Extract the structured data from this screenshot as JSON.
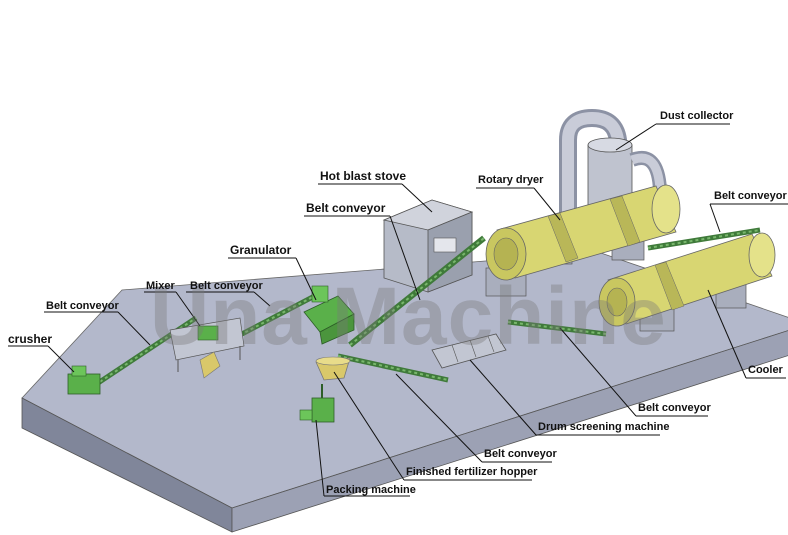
{
  "labels": {
    "dust_collector": "Dust collector",
    "hot_blast_stove": "Hot blast stove",
    "rotary_dryer": "Rotary dryer",
    "belt_conveyor_top": "Belt conveyor",
    "belt_conveyor_right": "Belt conveyor",
    "granulator": "Granulator",
    "mixer": "Mixer",
    "belt_conveyor_mixer": "Belt conveyor",
    "belt_conveyor_left": "Belt conveyor",
    "crusher": "crusher",
    "cooler": "Cooler",
    "belt_conveyor_lower_right": "Belt conveyor",
    "drum_screening_machine": "Drum screening machine",
    "belt_conveyor_bottom": "Belt conveyor",
    "finished_fertilizer_hopper": "Finished fertilizer hopper",
    "packing_machine": "Packing machine"
  },
  "watermark": "Una Machine",
  "colors": {
    "platform_top": "#b3b8cb",
    "platform_front": "#7f8597",
    "platform_side": "#9ca1b2",
    "drum": "#d8d672",
    "machine_green": "#5ab04a",
    "conveyor": "#4d8a47",
    "stove": "#b8bcc8"
  }
}
